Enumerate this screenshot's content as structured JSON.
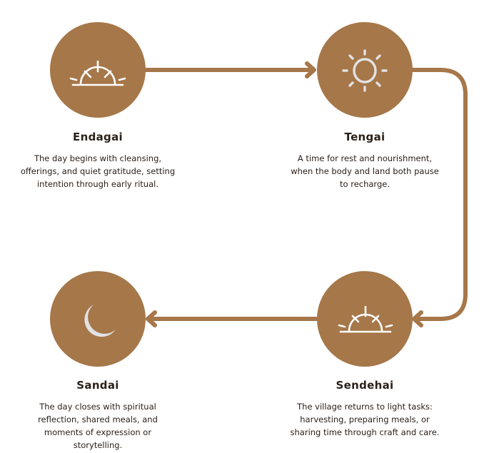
{
  "accent_color": "#A67749",
  "icon_color": "#FFFFFF",
  "moon_color": "#E2E2E4",
  "stages": [
    {
      "name": "Endagai",
      "icon": "sunrise-icon",
      "lines": [
        "The day begins with cleansing,",
        "offerings, and quiet gratitude, setting",
        "intention through early ritual."
      ]
    },
    {
      "name": "Tengai",
      "icon": "sun-icon",
      "lines": [
        "A time for rest and nourishment,",
        "when the body and land both pause",
        "to recharge."
      ]
    },
    {
      "name": "Sendehai",
      "icon": "sunset-moon-icon",
      "lines": [
        "The village returns to light tasks:",
        "harvesting, preparing meals, or",
        "sharing time through craft and care."
      ]
    },
    {
      "name": "Sandai",
      "icon": "moon-icon",
      "lines": [
        "The day closes with spiritual",
        "reflection, shared meals, and",
        "moments of expression or",
        "storytelling."
      ]
    }
  ]
}
